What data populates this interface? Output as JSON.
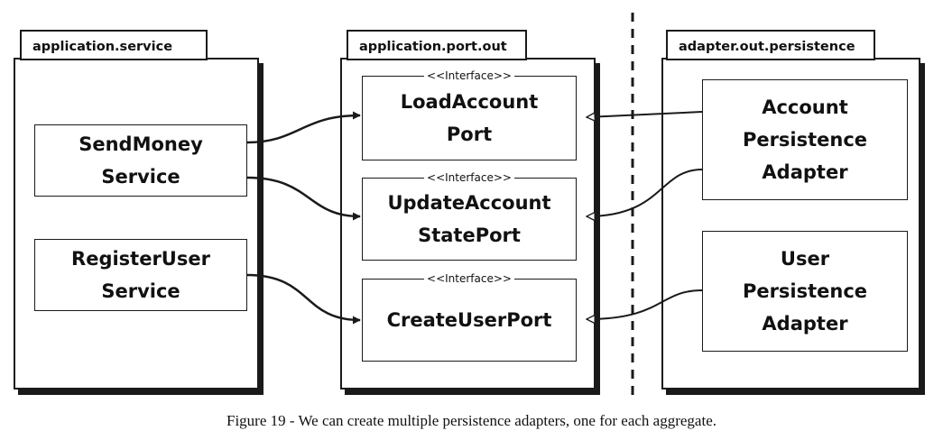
{
  "packages": {
    "service": {
      "title": "application.service"
    },
    "port_out": {
      "title": "application.port.out"
    },
    "persistence": {
      "title": "adapter.out.persistence"
    }
  },
  "services": {
    "send_money": {
      "line1": "SendMoney",
      "line2": "Service"
    },
    "register_user": {
      "line1": "RegisterUser",
      "line2": "Service"
    }
  },
  "ports": {
    "stereotype": "<<Interface>>",
    "load_account": {
      "line1": "LoadAccount",
      "line2": "Port"
    },
    "update_account_state": {
      "line1": "UpdateAccount",
      "line2": "StatePort"
    },
    "create_user": {
      "line1": "CreateUserPort"
    }
  },
  "adapters": {
    "account": {
      "line1": "Account",
      "line2": "Persistence",
      "line3": "Adapter"
    },
    "user": {
      "line1": "User",
      "line2": "Persistence",
      "line3": "Adapter"
    }
  },
  "caption": "Figure 19 - We can create multiple persistence adapters, one for each aggregate.",
  "colors": {
    "stroke": "#1a1a1a",
    "background": "#ffffff"
  }
}
